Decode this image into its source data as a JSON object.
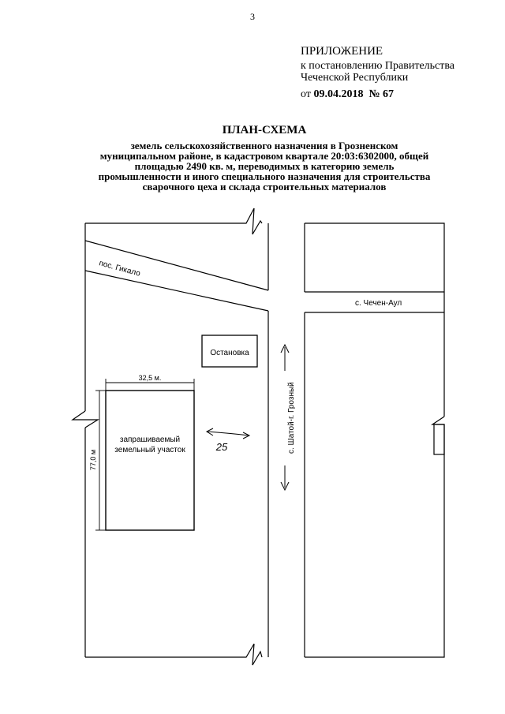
{
  "page_number": "3",
  "appendix": {
    "heading": "ПРИЛОЖЕНИЕ",
    "line1": "к постановлению Правительства",
    "line2": "Чеченской Республики",
    "date_prefix": "от ",
    "date": "09.04.2018",
    "number_prefix": "№ ",
    "number": "67"
  },
  "title": "ПЛАН-СХЕМА",
  "subtitle_lines": [
    "земель сельскохозяйственного назначения в Грозненском",
    "муниципальном районе, в кадастровом квартале 20:03:6302000, общей",
    "площадью 2490 кв. м, переводимых в категорию земель",
    "промышленности и иного специального назначения для строительства",
    "сварочного цеха и склада строительных материалов"
  ],
  "map": {
    "road_gikalo": "пос. Гикало",
    "road_chechen_aul": "с. Чечен-Аул",
    "road_shatoi": "с. Шатой-г. Грозный",
    "bus_stop": "Остановка",
    "plot_label_line1": "запрашиваемый",
    "plot_label_line2": "земельный участок",
    "dimension_width": "32,5 м.",
    "dimension_height": "77,0 м",
    "distance": "25"
  }
}
